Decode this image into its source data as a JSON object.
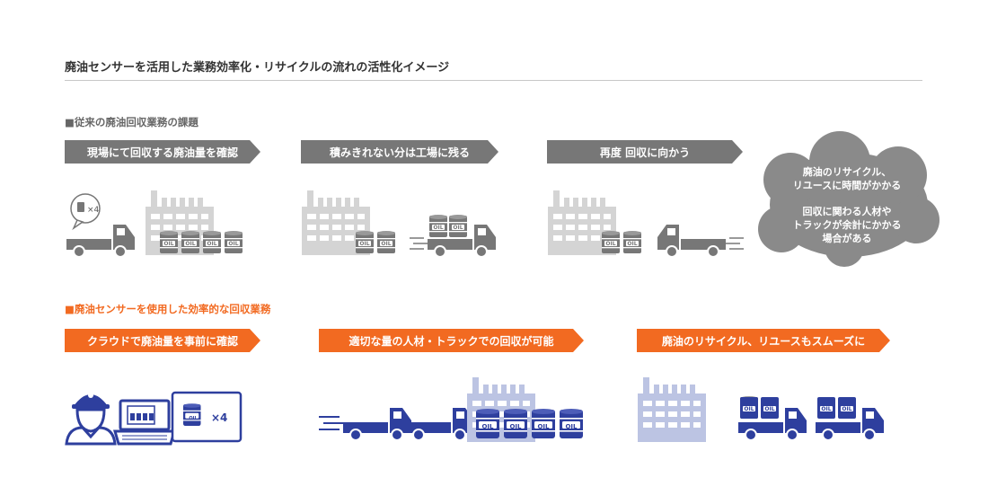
{
  "title": "廃油センサーを活用した業務効率化・リサイクルの流れの活性化イメージ",
  "sections": {
    "conventional": {
      "heading": "■従来の廃油回収業務の課題",
      "steps": [
        "現場にて回収する廃油量を確認",
        "積みきれない分は工場に残る",
        "再度 回収に向かう"
      ],
      "cloud_lines_1": [
        "廃油のリサイクル、",
        "リユースに時間がかかる"
      ],
      "cloud_lines_2": [
        "回収に関わる人材や",
        "トラックが余計にかかる",
        "場合がある"
      ]
    },
    "sensor": {
      "heading": "■廃油センサーを使用した効率的な回収業務",
      "steps": [
        "クラウドで廃油量を事前に確認",
        "適切な量の人材・トラックでの回収が可能",
        "廃油のリサイクル、リユースもスムーズに"
      ]
    }
  },
  "labels": {
    "oil": "OIL",
    "count_x4": "×4"
  },
  "colors": {
    "gray_dark": "#777777",
    "gray_light": "#d4d4d4",
    "orange": "#f26a21",
    "navy": "#2e3f9e",
    "lavender": "#bcc4e3"
  },
  "icons": [
    "truck-icon",
    "factory-icon",
    "oil-drum-icon",
    "worker-icon",
    "laptop-icon",
    "speech-bubble-icon",
    "cloud-icon"
  ]
}
